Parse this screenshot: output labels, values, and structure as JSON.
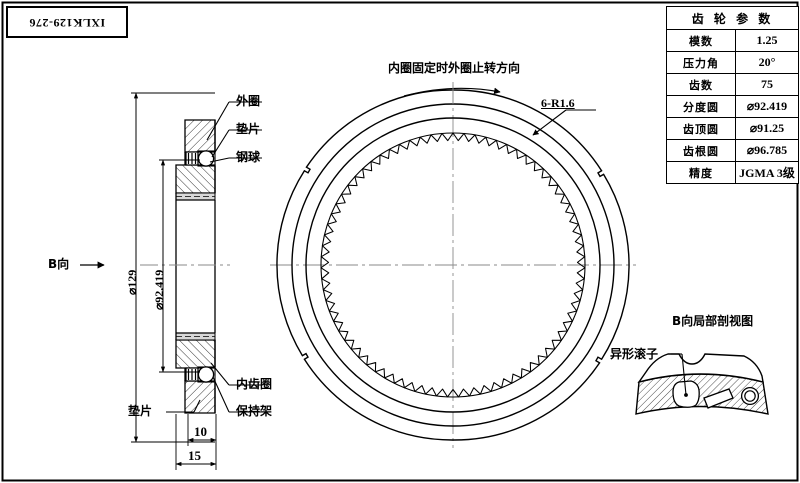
{
  "drawing": {
    "title_block": {
      "code": "IXLK129-276"
    },
    "frame": {
      "border_color": "#000000"
    }
  },
  "gear_table": {
    "header": "齿 轮 参 数",
    "rows": [
      {
        "name": "模数",
        "value": "1.25"
      },
      {
        "name": "压力角",
        "value": "20°"
      },
      {
        "name": "齿数",
        "value": "75"
      },
      {
        "name": "分度圆",
        "value": "⌀92.419"
      },
      {
        "name": "齿顶圆",
        "value": "⌀91.25"
      },
      {
        "name": "齿根圆",
        "value": "⌀96.785"
      },
      {
        "name": "精度",
        "value": "JGMA 3级"
      }
    ]
  },
  "section_view": {
    "view_label": "B向",
    "callouts": {
      "outer_ring": "外圈",
      "shim_top": "垫片",
      "steel_ball": "钢球",
      "inner_gear_ring": "内齿圈",
      "shim_bottom": "垫片",
      "cage": "保持架"
    },
    "dimensions": {
      "outer_dia": "⌀129",
      "pitch_dia": "⌀92.419",
      "width_inner": "10",
      "width_total": "15"
    }
  },
  "front_view": {
    "rotation_note": "内圈固定时外圈止转方向",
    "radius_note": "6-R1.6",
    "teeth_count": 75,
    "notch_count": 6
  },
  "detail_view": {
    "title": "B向局部剖视图",
    "callout": "异形滚子"
  }
}
